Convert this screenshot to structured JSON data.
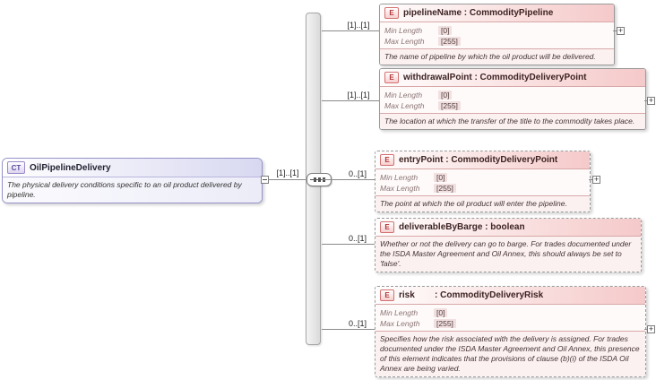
{
  "colors": {
    "element_header_pink": "#f5c9c9",
    "element_description_pink": "#fcf1f1",
    "element_border_gray": "#9a9a9a",
    "complex_type_header_lavender": "#d8d8f1",
    "complex_type_border_purple": "#9693c9"
  },
  "root": {
    "badge": "CT",
    "title": "OilPipelineDelivery",
    "description": "The physical delivery conditions specific to an oil product delivered by pipeline.",
    "cardinality": "[1]..[1]"
  },
  "elements": [
    {
      "badge": "E",
      "title": "pipelineName : CommodityPipeline",
      "cardinality": "[1]..[1]",
      "facets": [
        {
          "label": "Min Length",
          "value": "[0]"
        },
        {
          "label": "Max Length",
          "value": "[255]"
        }
      ],
      "description": "The name of pipeline by which the oil product will be delivered.",
      "expand": "+"
    },
    {
      "badge": "E",
      "title": "withdrawalPoint : CommodityDeliveryPoint",
      "cardinality": "[1]..[1]",
      "facets": [
        {
          "label": "Min Length",
          "value": "[0]"
        },
        {
          "label": "Max Length",
          "value": "[255]"
        }
      ],
      "description": "The location at which the transfer of the title to the commodity takes place.",
      "expand": "+"
    },
    {
      "badge": "E",
      "title": "entryPoint : CommodityDeliveryPoint",
      "cardinality": "0..[1]",
      "facets": [
        {
          "label": "Min Length",
          "value": "[0]"
        },
        {
          "label": "Max Length",
          "value": "[255]"
        }
      ],
      "description": "The point at which the oil product will enter the pipeline.",
      "expand": "+"
    },
    {
      "badge": "E",
      "title": "deliverableByBarge : boolean",
      "cardinality": "0..[1]",
      "description": "Whether or not the delivery can go to barge. For trades documented under the ISDA Master Agreement and Oil Annex, this should always be set to 'false'."
    },
    {
      "badge": "E",
      "title": "risk        : CommodityDeliveryRisk",
      "cardinality": "0..[1]",
      "facets": [
        {
          "label": "Min Length",
          "value": "[0]"
        },
        {
          "label": "Max Length",
          "value": "[255]"
        }
      ],
      "description": "Specifies how the risk associated with the delivery is assigned. For trades documented under the ISDA Master Agreement and Oil Annex, this presence of this element indicates that the provisions of clause (b)(i) of the ISDA Oil Annex are being varied.",
      "expand": "+"
    }
  ]
}
